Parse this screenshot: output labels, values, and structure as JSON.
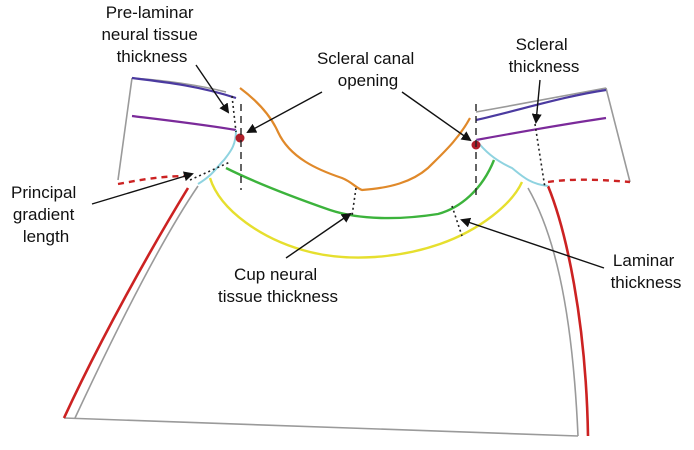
{
  "labels": {
    "prelaminar": [
      "Pre-laminar",
      "neural tissue",
      "thickness"
    ],
    "scleral_canal": [
      "Scleral canal",
      "opening"
    ],
    "scleral_thickness": [
      "Scleral",
      "thickness"
    ],
    "principal_gradient": [
      "Principal",
      "gradient",
      "length"
    ],
    "cup_neural": [
      "Cup neural",
      "tissue thickness"
    ],
    "laminar": [
      "Laminar",
      "thickness"
    ]
  },
  "colors": {
    "outline": "#9a9a9a",
    "sclera_top": "#4b3aa0",
    "sclera_inner": "#7b2a9a",
    "prelaminar_surface": "#e0892a",
    "cup_boundary": "#3cb33c",
    "lamina_posterior": "#e6df2e",
    "canal_wall": "#8fd3e0",
    "pia": "#cc2222",
    "marker": "#b01f2a",
    "arrow": "#111111"
  }
}
